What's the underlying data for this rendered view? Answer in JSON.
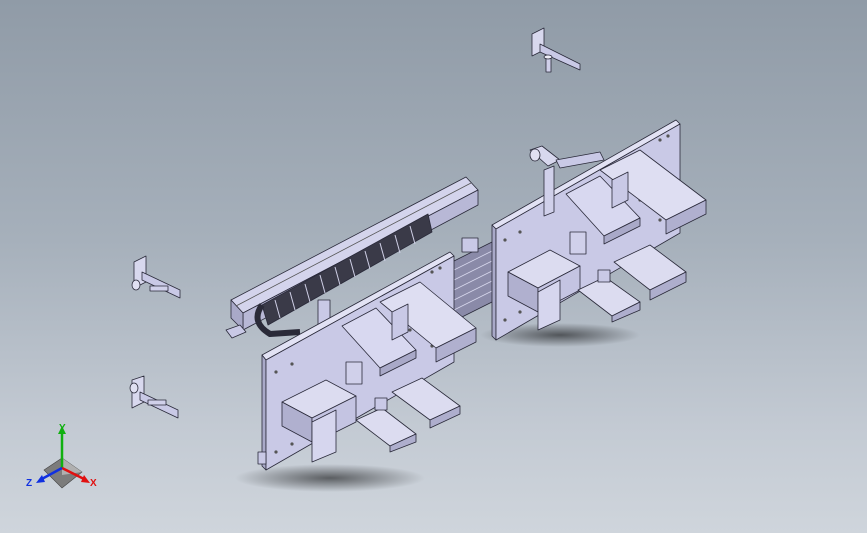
{
  "viewport": {
    "background_top": "#909ba7",
    "background_bottom": "#cfd5dc",
    "part_color": "#c9c9e6",
    "part_edge": "#2a2a3a"
  },
  "triad": {
    "x_label": "X",
    "y_label": "Y",
    "z_label": "Z",
    "x_color": "#e01010",
    "y_color": "#10b010",
    "z_color": "#1030e0"
  }
}
